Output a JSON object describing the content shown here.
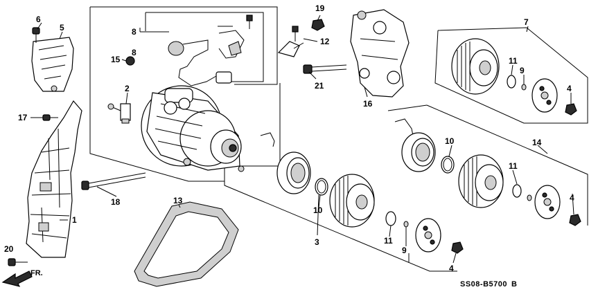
{
  "diagram": {
    "callouts": [
      "1",
      "2",
      "3",
      "4",
      "5",
      "6",
      "7",
      "8",
      "9",
      "10",
      "11",
      "12",
      "13",
      "14",
      "15",
      "16",
      "17",
      "18",
      "19",
      "20",
      "21"
    ],
    "extra_callouts": {
      "n4b": "4",
      "n4c": "4",
      "n9b": "9",
      "n10b": "10",
      "n11b": "11",
      "n11c": "11",
      "n8b": "8"
    },
    "direction_label": "FR.",
    "diagram_code": "SS08-B5700",
    "diagram_code_suffix": "B"
  }
}
